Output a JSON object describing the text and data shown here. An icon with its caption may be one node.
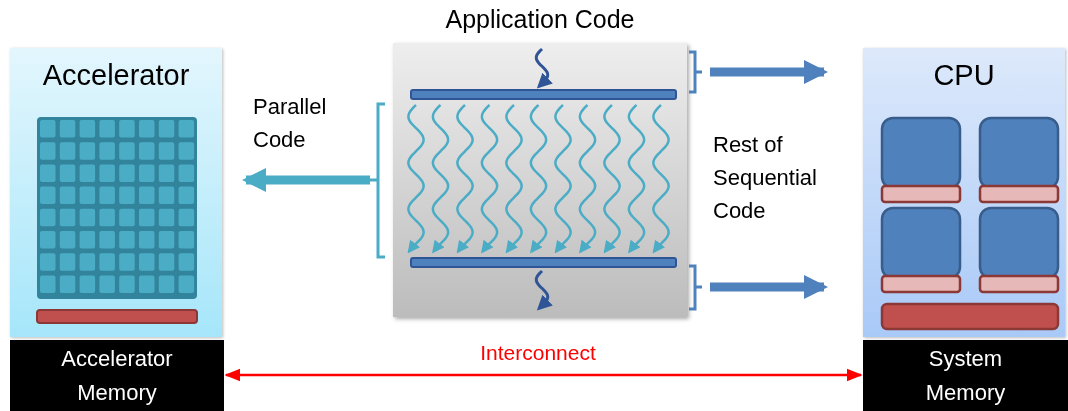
{
  "diagram": {
    "nodes": [
      {
        "text": [
          "Accelerator"
        ]
      },
      {
        "text": [
          "Accelerator Memory"
        ]
      },
      {
        "text": [
          "Application Code"
        ]
      },
      {
        "text": [
          "CPU"
        ]
      },
      {
        "text": [
          "System Memory"
        ]
      }
    ],
    "edges": [
      {
        "from": 2,
        "to": 0,
        "arrow": "to",
        "label": "Parallel Code",
        "color": "#4bacc6"
      },
      {
        "from": 2,
        "to": 3,
        "arrow": "to"
      },
      {
        "from": 2,
        "to": 3,
        "arrow": "to"
      },
      {
        "from": 1,
        "to": 4,
        "arrow": "both",
        "label": "Interconnect",
        "color": "#ff0000"
      }
    ],
    "labels": [
      "Rest of Sequential Code"
    ]
  }
}
